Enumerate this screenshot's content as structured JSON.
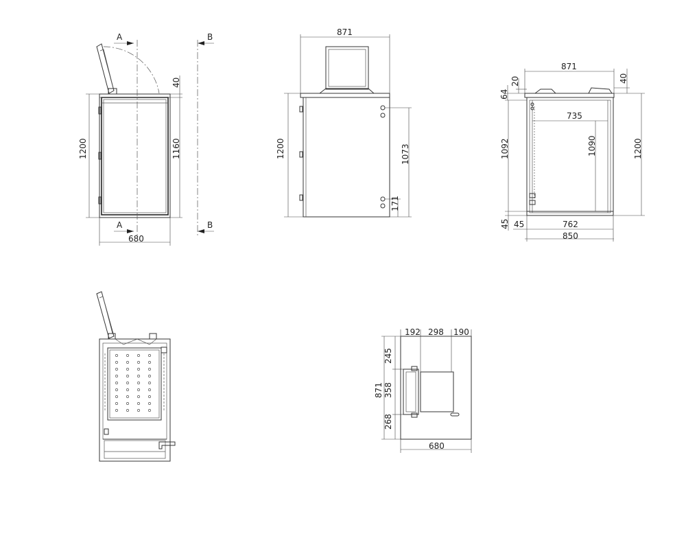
{
  "front_view": {
    "section_a": "A",
    "section_b": "B",
    "height_total": "1200",
    "height_body": "1160",
    "lid_offset": "40",
    "width": "680"
  },
  "side_view": {
    "width": "871",
    "height_total": "1200",
    "hole_height": "1073",
    "hole_bottom": "171"
  },
  "section_view": {
    "width_top": "871",
    "top_20": "20",
    "top_40": "40",
    "left_64": "64",
    "inner_width": "735",
    "inner_height_left": "1092",
    "inner_height": "1090",
    "height_total": "1200",
    "bottom_45_left": "45",
    "bottom_45": "45",
    "inner_bottom": "762",
    "width_total": "850"
  },
  "plan_view": {
    "w_192": "192",
    "w_298": "298",
    "w_190": "190",
    "h_245": "245",
    "h_871": "871",
    "h_358": "358",
    "h_268": "268",
    "width": "680"
  }
}
